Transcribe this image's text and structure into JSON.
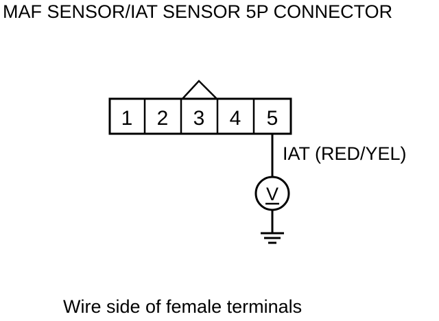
{
  "title": "MAF SENSOR/IAT SENSOR 5P CONNECTOR",
  "connector": {
    "terminals": [
      "1",
      "2",
      "3",
      "4",
      "5"
    ],
    "measured_terminal": "5"
  },
  "wire_label": "IAT (RED/YEL)",
  "meter_symbol": "V",
  "caption": "Wire side of female terminals"
}
